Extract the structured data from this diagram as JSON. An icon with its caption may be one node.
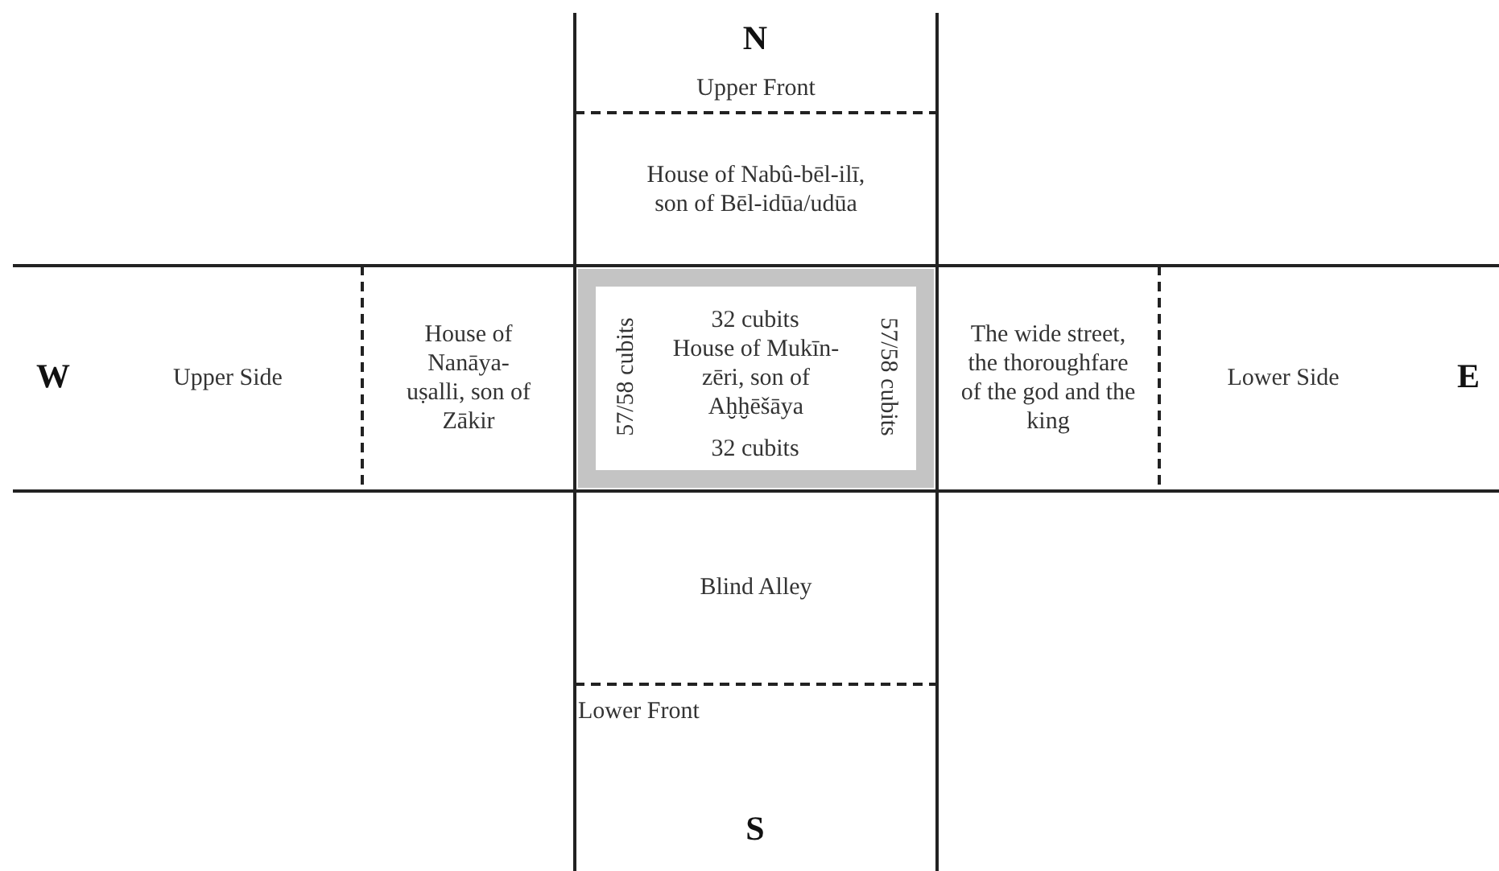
{
  "diagram": {
    "nodes": [
      {
        "text": [
          "Upper Front"
        ]
      },
      {
        "text": [
          "House of Nabû-bēl-ilī, son of Bēl-idūa/udūa"
        ]
      },
      {
        "text": [
          "Upper Side"
        ]
      },
      {
        "text": [
          "House of Nanāya-uṣalli, son of Zākir"
        ]
      },
      {
        "text": [
          "House of Mukīn-zēri, son of Aḫḫēšāya"
        ]
      },
      {
        "text": [
          "The wide street, the thoroughfare of the god and the king"
        ]
      },
      {
        "text": [
          "Lower Side"
        ]
      },
      {
        "text": [
          "Blind Alley"
        ]
      },
      {
        "text": [
          "Lower Front"
        ]
      }
    ],
    "edges": [],
    "labels": [
      "N",
      "32 cubits",
      "W",
      "57/58 cubits",
      "57/58 cubits",
      "E",
      "32 cubits",
      "S"
    ]
  }
}
